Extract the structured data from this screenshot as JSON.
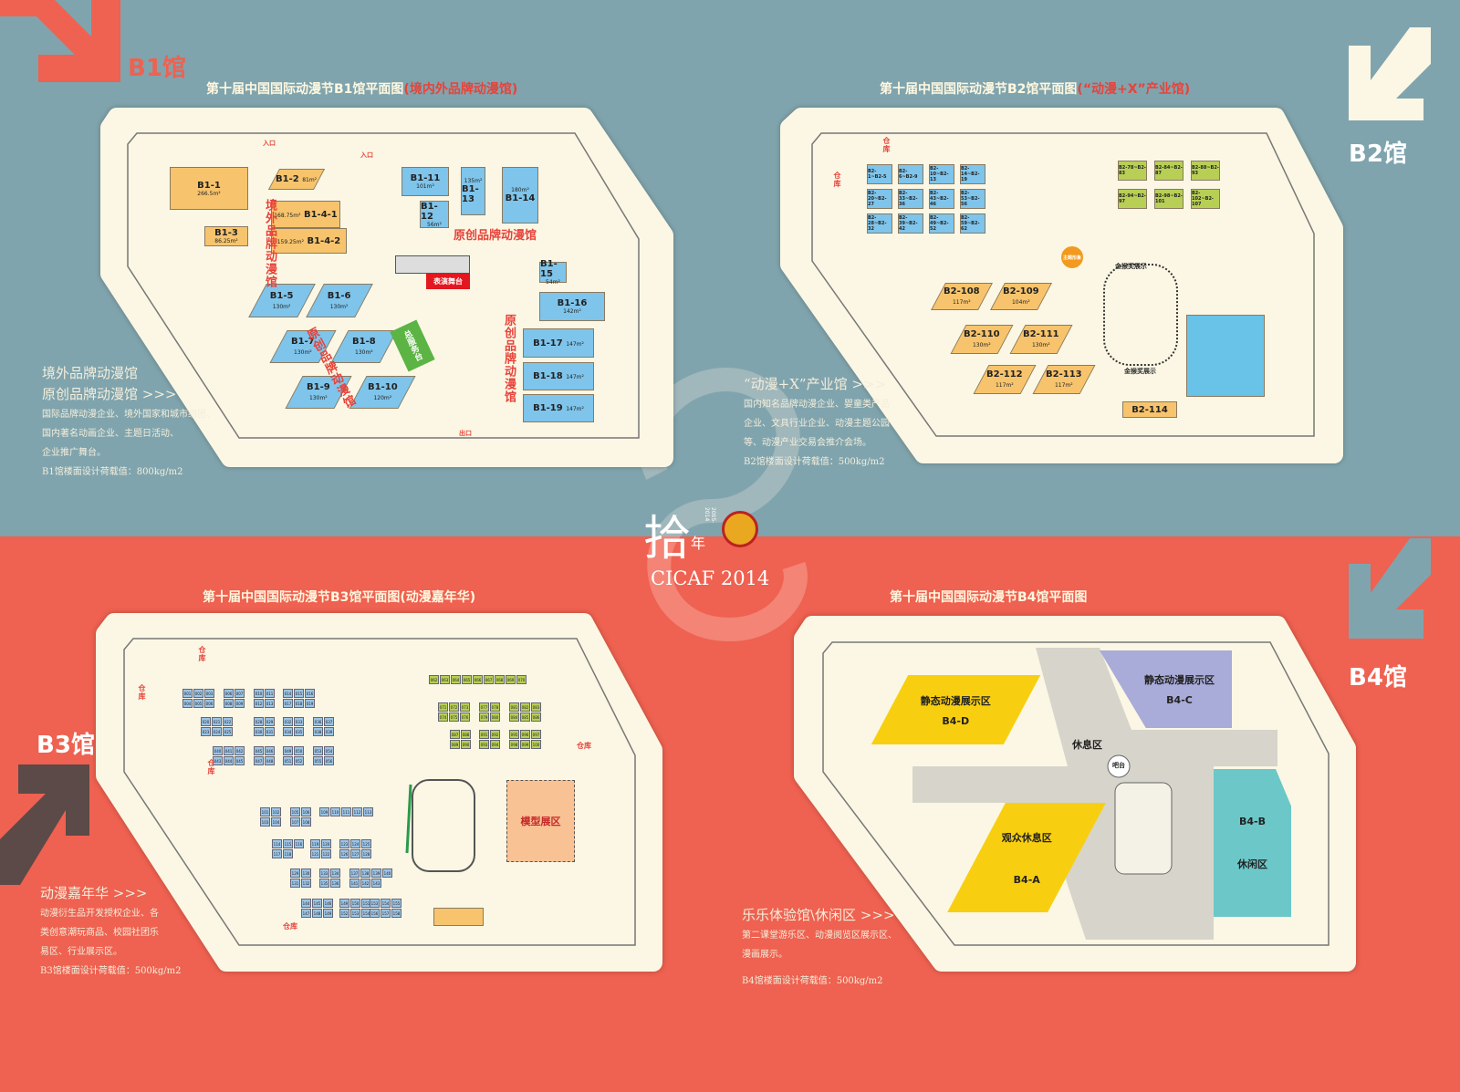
{
  "hall_tags": {
    "b1": "B1馆",
    "b2": "B2馆",
    "b3": "B3馆",
    "b4": "B4馆"
  },
  "titles": {
    "b1": {
      "main": "第十届中国国际动漫节B1馆平面图",
      "highlight": "(境内外品牌动漫馆)"
    },
    "b2": {
      "main": "第十届中国国际动漫节B2馆平面图",
      "highlight": "(“动漫+X”产业馆)"
    },
    "b3": {
      "main": "第十届中国国际动漫节B3馆平面图(动漫嘉年华)"
    },
    "b4": {
      "main": "第十届中国国际动漫节B4馆平面图"
    }
  },
  "descriptions": {
    "b1": {
      "heading1": "境外品牌动漫馆",
      "heading2": "原创品牌动漫馆 >>>",
      "lines": [
        "国际品牌动漫企业、境外国家和城市组团、",
        "国内著名动画企业、主题日活动、",
        "企业推广舞台。"
      ],
      "load": "B1馆楼面设计荷载值：800kg/m2"
    },
    "b2": {
      "heading": "“动漫+X”产业馆 >>>",
      "lines": [
        "国内知名品牌动漫企业、婴童类产品",
        "企业、文具行业企业、动漫主题公园",
        "等、动漫产业交易会推介会场。"
      ],
      "load": "B2馆楼面设计荷载值：500kg/m2"
    },
    "b3": {
      "heading": "动漫嘉年华 >>>",
      "lines": [
        "动漫衍生品开发授权企业、各",
        "类创意潮玩商品、校园社团乐",
        "易区、行业展示区。"
      ],
      "load": "B3馆楼面设计荷载值：500kg/m2"
    },
    "b4": {
      "heading": "乐乐体验馆\\休闲区 >>>",
      "lines": [
        "第二课堂游乐区、动漫阅览区展示区、",
        "漫画展示。"
      ],
      "load": "B4馆楼面设计荷载值：500kg/m2"
    }
  },
  "logo": {
    "char": "拾",
    "sub": "年",
    "years": "2005-2014",
    "name": "CICAF 2014"
  },
  "b1": {
    "booths": [
      {
        "id": "B1-1",
        "area": "266.5m²"
      },
      {
        "id": "B1-2",
        "area": "81m²"
      },
      {
        "id": "B1-3",
        "area": "86.25m²"
      },
      {
        "id": "B1-4-1",
        "area": "168.75m²"
      },
      {
        "id": "B1-4-2",
        "area": "159.25m²"
      },
      {
        "id": "B1-11",
        "area": "101m²"
      },
      {
        "id": "B1-12",
        "area": "56m²"
      },
      {
        "id": "B1-13",
        "area": "135m²"
      },
      {
        "id": "B1-14",
        "area": "180m²"
      },
      {
        "id": "B1-5",
        "area": "130m²"
      },
      {
        "id": "B1-6",
        "area": "130m²"
      },
      {
        "id": "B1-7",
        "area": "130m²"
      },
      {
        "id": "B1-8",
        "area": "130m²"
      },
      {
        "id": "B1-9",
        "area": "130m²"
      },
      {
        "id": "B1-10",
        "area": "120m²"
      },
      {
        "id": "B1-15",
        "area": "54m²"
      },
      {
        "id": "B1-16",
        "area": "142m²"
      },
      {
        "id": "B1-17",
        "area": "147m²"
      },
      {
        "id": "B1-18",
        "area": "147m²"
      },
      {
        "id": "B1-19",
        "area": "147m²"
      }
    ],
    "stage": "表演舞台",
    "service": "总服务台",
    "zone_foreign": "境外品牌动漫馆",
    "zone_original": "原创品牌动漫馆",
    "entrance": "入口",
    "exit": "出口"
  },
  "b2": {
    "booths": [
      {
        "id": "B2-108",
        "area": "117m²"
      },
      {
        "id": "B2-109",
        "area": "104m²"
      },
      {
        "id": "B2-110",
        "area": "130m²"
      },
      {
        "id": "B2-111",
        "area": "130m²"
      },
      {
        "id": "B2-112",
        "area": "117m²"
      },
      {
        "id": "B2-113",
        "area": "117m²"
      },
      {
        "id": "B2-114",
        "area": ""
      }
    ],
    "small_blue": [
      "B2-1~B2-5",
      "B2-6~B2-9",
      "B2-10~B2-13",
      "B2-14~B2-19",
      "B2-20~B2-27",
      "B2-33~B2-36",
      "B2-43~B2-46",
      "B2-53~B2-56",
      "B2-28~B2-32",
      "B2-39~B2-42",
      "B2-49~B2-52",
      "B2-59~B2-62"
    ],
    "small_green": [
      "B2-78~B2-83",
      "B2-84~B2-87",
      "B2-88~B2-93",
      "B2-94~B2-97",
      "B2-98~B2-101",
      "B2-102~B2-107"
    ],
    "theme": "主题形象",
    "award": "金猴奖展示",
    "storage": "仓库"
  },
  "b3": {
    "clusters": [
      {
        "start": 1,
        "count": 6,
        "cols": 3,
        "c": "b"
      },
      {
        "start": 6,
        "count": 4,
        "cols": 2,
        "c": "b"
      },
      {
        "start": 10,
        "count": 4,
        "cols": 2,
        "c": "b"
      },
      {
        "start": 14,
        "count": 6,
        "cols": 3,
        "c": "b"
      },
      {
        "start": 20,
        "count": 6,
        "cols": 3,
        "c": "b"
      },
      {
        "start": 28,
        "count": 4,
        "cols": 2,
        "c": "b"
      },
      {
        "start": 32,
        "count": 4,
        "cols": 2,
        "c": "b"
      },
      {
        "start": 36,
        "count": 4,
        "cols": 2,
        "c": "b"
      },
      {
        "start": 40,
        "count": 6,
        "cols": 3,
        "c": "b"
      },
      {
        "start": 45,
        "count": 4,
        "cols": 2,
        "c": "b"
      },
      {
        "start": 49,
        "count": 4,
        "cols": 2,
        "c": "b"
      },
      {
        "start": 53,
        "count": 4,
        "cols": 2,
        "c": "b"
      },
      {
        "start": 62,
        "count": 9,
        "cols": 9,
        "c": "g"
      },
      {
        "start": 71,
        "count": 6,
        "cols": 3,
        "c": "g"
      },
      {
        "start": 77,
        "count": 4,
        "cols": 2,
        "c": "g"
      },
      {
        "start": 81,
        "count": 6,
        "cols": 3,
        "c": "g"
      },
      {
        "start": 87,
        "count": 4,
        "cols": 2,
        "c": "g"
      },
      {
        "start": 91,
        "count": 4,
        "cols": 2,
        "c": "g"
      },
      {
        "start": 95,
        "count": 6,
        "cols": 3,
        "c": "g"
      },
      {
        "start": 101,
        "count": 4,
        "cols": 2,
        "c": "b"
      },
      {
        "start": 105,
        "count": 4,
        "cols": 2,
        "c": "b"
      },
      {
        "start": 109,
        "count": 5,
        "cols": 5,
        "c": "b"
      },
      {
        "start": 114,
        "count": 5,
        "cols": 3,
        "c": "b"
      },
      {
        "start": 119,
        "count": 4,
        "cols": 2,
        "c": "b"
      },
      {
        "start": 123,
        "count": 6,
        "cols": 3,
        "c": "b"
      },
      {
        "start": 129,
        "count": 4,
        "cols": 2,
        "c": "b"
      },
      {
        "start": 133,
        "count": 4,
        "cols": 2,
        "c": "b"
      },
      {
        "start": 137,
        "count": 7,
        "cols": 4,
        "c": "b"
      },
      {
        "start": 144,
        "count": 6,
        "cols": 3,
        "c": "b"
      },
      {
        "start": 149,
        "count": 6,
        "cols": 3,
        "c": "b"
      },
      {
        "start": 153,
        "count": 6,
        "cols": 3,
        "c": "b"
      }
    ],
    "model_zone": "模型展区",
    "storage": "仓库"
  },
  "b4": {
    "zones": [
      {
        "name": "静态动漫展示区",
        "id": "B4-D"
      },
      {
        "name": "静态动漫展示区",
        "id": "B4-C"
      },
      {
        "name": "观众休息区",
        "id": "B4-A"
      },
      {
        "name": "休闲区",
        "id": "B4-B"
      }
    ],
    "rest": "休息区",
    "bar": "吧台"
  },
  "colors": {
    "top_bg": "#80a4ad",
    "bottom_bg": "#ef6150",
    "panel": "#fbf7e4",
    "orange": "#f7c46d",
    "blue": "#7fc4ea",
    "green": "#b8cf56",
    "yellow": "#f8cf10",
    "purple": "#a9abd8",
    "teal": "#6cc7c8"
  }
}
